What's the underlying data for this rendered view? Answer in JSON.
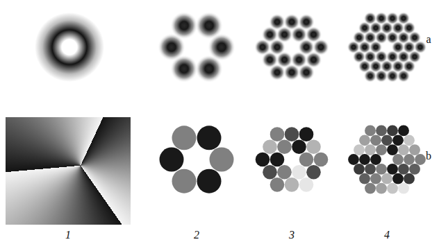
{
  "diagram": {
    "labels": [
      "a",
      "b",
      "1",
      "2",
      "3",
      "4"
    ]
  }
}
